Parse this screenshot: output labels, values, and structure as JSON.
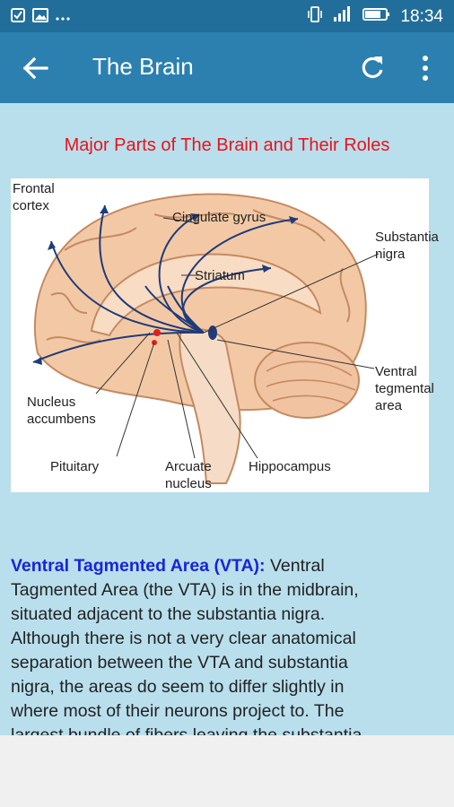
{
  "status_bar": {
    "time": "18:34",
    "left_icons": [
      "notification-icon",
      "gallery-icon",
      "more-dots-icon"
    ],
    "right_icons": [
      "vibrate-icon",
      "signal-icon",
      "battery-icon"
    ]
  },
  "app_bar": {
    "title": "The Brain",
    "actions": [
      "back-arrow-icon",
      "refresh-icon",
      "overflow-menu-icon"
    ],
    "color": "#2b80b0"
  },
  "content": {
    "heading": "Major Parts of The Brain and Their Roles",
    "heading_color": "#e8131b",
    "figure_labels": {
      "frontal_cortex_1": "Frontal",
      "frontal_cortex_2": "cortex",
      "cingulate": "Cingulate gyrus",
      "substantia_1": "Substantia",
      "substantia_2": "nigra",
      "striatum": "Striatum",
      "vta_1": "Ventral",
      "vta_2": "tegmental",
      "vta_3": "area",
      "accumbens_1": "Nucleus",
      "accumbens_2": "accumbens",
      "pituitary": "Pituitary",
      "arcuate_1": "Arcuate",
      "arcuate_2": "nucleus",
      "hippocampus": "Hippocampus"
    },
    "term": "Ventral Tagmented Area (VTA):",
    "body_lines": [
      " Ventral",
      "Tagmented Area (the VTA) is in the midbrain,",
      "situated adjacent to the substantia nigra.",
      "Although there is not a very clear anatomical",
      "separation between the VTA and substantia",
      "nigra, the areas do seem to differ slightly in",
      "where most of their neurons project to. The",
      "largest bundle of fibers leaving the substantia"
    ]
  }
}
